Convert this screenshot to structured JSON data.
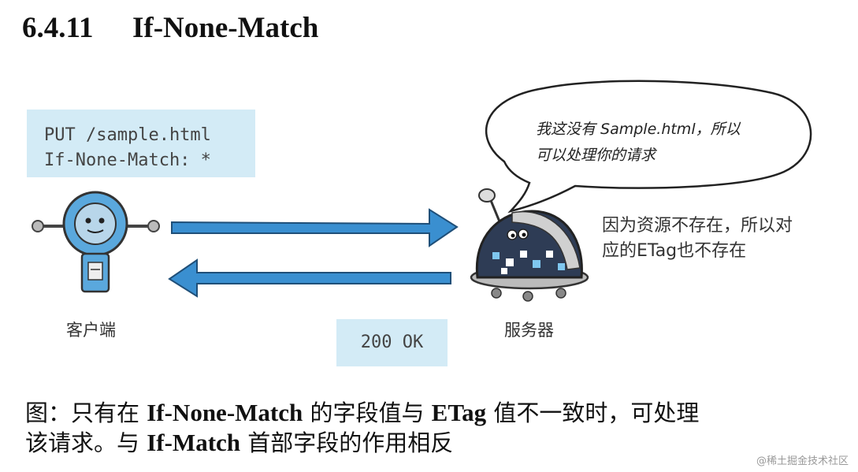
{
  "section": {
    "number": "6.4.11",
    "title": "If-None-Match"
  },
  "request": {
    "line1": "PUT /sample.html",
    "line2": "If-None-Match: *"
  },
  "response": {
    "status": "200 OK"
  },
  "speech_bubble": {
    "line1": "我这没有 Sample.html，所以",
    "line2": "可以处理你的请求"
  },
  "server_note": {
    "line1": "因为资源不存在，所以对",
    "line2": "应的ETag也不存在"
  },
  "labels": {
    "client": "客户端",
    "server": "服务器"
  },
  "caption": {
    "p1": "图：只有在 ",
    "b1": "If-None-Match",
    "p2": " 的字段值与 ",
    "b2": "ETag",
    "p3": " 值不一致时，可处理",
    "p4": "该请求。与 ",
    "b3": "If-Match",
    "p5": " 首部字段的作用相反"
  },
  "watermark": "@稀土掘金技术社区",
  "colors": {
    "arrow_blue": "#3a8fd0",
    "box_bg": "#d3ebf6",
    "robot_blue": "#5aa8dd"
  }
}
